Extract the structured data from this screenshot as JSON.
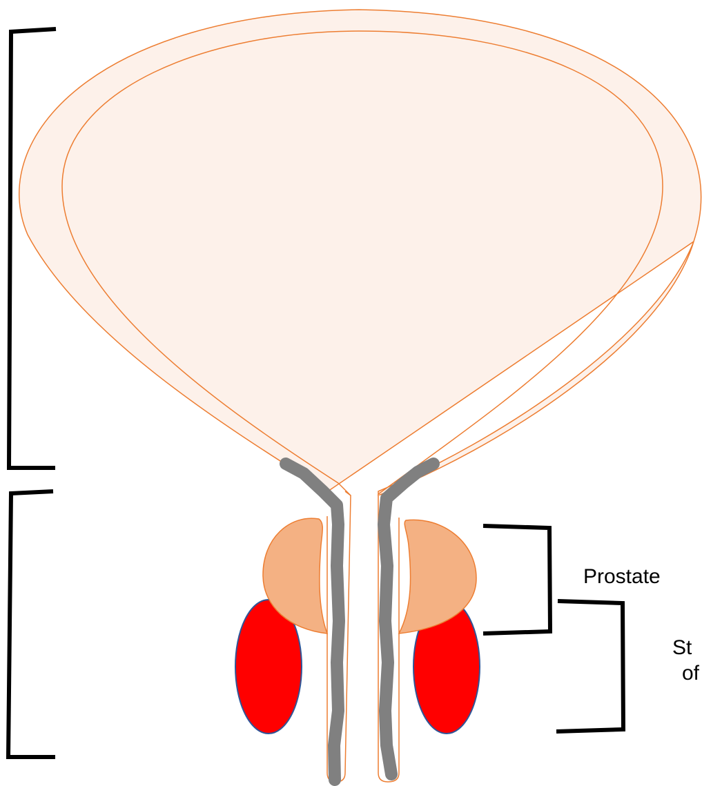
{
  "labels": {
    "prostate": "Prostate",
    "partial_line1": "St",
    "partial_line2": "of"
  },
  "colors": {
    "bladder_wall_fill": "#fdf1ea",
    "bladder_wall_stroke": "#ed7d31",
    "prostate_fill": "#f4b183",
    "sphincter_fill": "#ff0000",
    "sphincter_stroke": "#2f5597",
    "catheter": "#808080",
    "bracket": "#000000"
  }
}
